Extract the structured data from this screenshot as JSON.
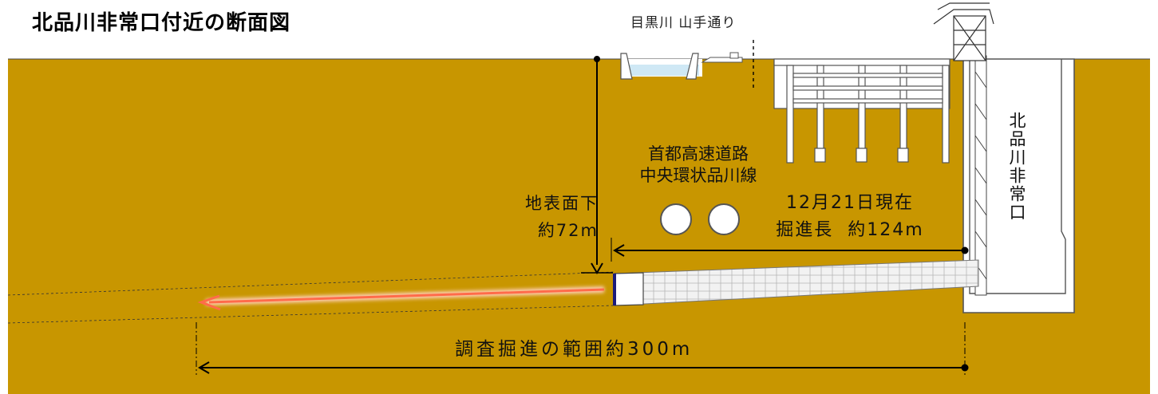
{
  "title": "北品川非常口付近の断面図",
  "river_road_label": "目黒川 山手通り",
  "depth_label": {
    "line1": "地表面下",
    "line2": "約72m"
  },
  "expressway_label": {
    "line1": "首都高速道路",
    "line2": "中央環状品川線"
  },
  "progress_label": {
    "line1": "12月21日現在",
    "line2": "掘進長  約124m"
  },
  "survey_range_label": "調査掘進の範囲約300m",
  "shaft_label": "北品川非常口",
  "colors": {
    "ground": "#c89600",
    "water": "#cfe8f5",
    "structure_outline": "#555555",
    "arrow": "#ff6b4a",
    "dimension_line": "#000000"
  }
}
